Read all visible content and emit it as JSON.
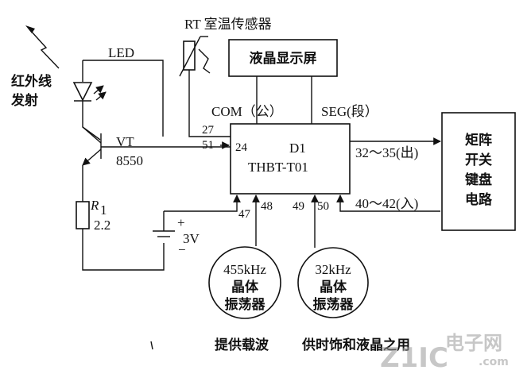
{
  "ir_emitter": {
    "label_line1": "红外线",
    "label_line2": "发射"
  },
  "led": {
    "label": "LED"
  },
  "sensor": {
    "label": "RT 室温传感器"
  },
  "lcd": {
    "label": "液晶显示屏"
  },
  "chip": {
    "name": "D1",
    "part": "THBT-T01",
    "com_label": "COM（公）",
    "seg_label": "SEG(段）",
    "pins": {
      "p27": "27",
      "p51": "51",
      "p24": "24",
      "p47": "47",
      "p48": "48",
      "p49": "49",
      "p50": "50",
      "out": "32～35(出)",
      "in": "40～42(入)"
    }
  },
  "transistor": {
    "name": "VT",
    "model": "8550"
  },
  "resistor": {
    "name": "R",
    "subscript": "1",
    "value": "2.2"
  },
  "battery": {
    "plus": "+",
    "minus": "−",
    "voltage": "3V"
  },
  "keyboard": {
    "line1": "矩阵",
    "line2": "开关",
    "line3": "键盘",
    "line4": "电路"
  },
  "osc1": {
    "freq": "455kHz",
    "line2": "晶体",
    "line3": "振荡器",
    "caption": "提供载波"
  },
  "osc2": {
    "freq": "32kHz",
    "line2": "晶体",
    "line3": "振荡器",
    "caption": "供时饰和液晶之用"
  },
  "watermark": {
    "text1": "Z1IC",
    "text2": "电子网",
    "domain": ".com"
  },
  "colors": {
    "ink": "#111111",
    "watermark": "#9a9a9a"
  }
}
